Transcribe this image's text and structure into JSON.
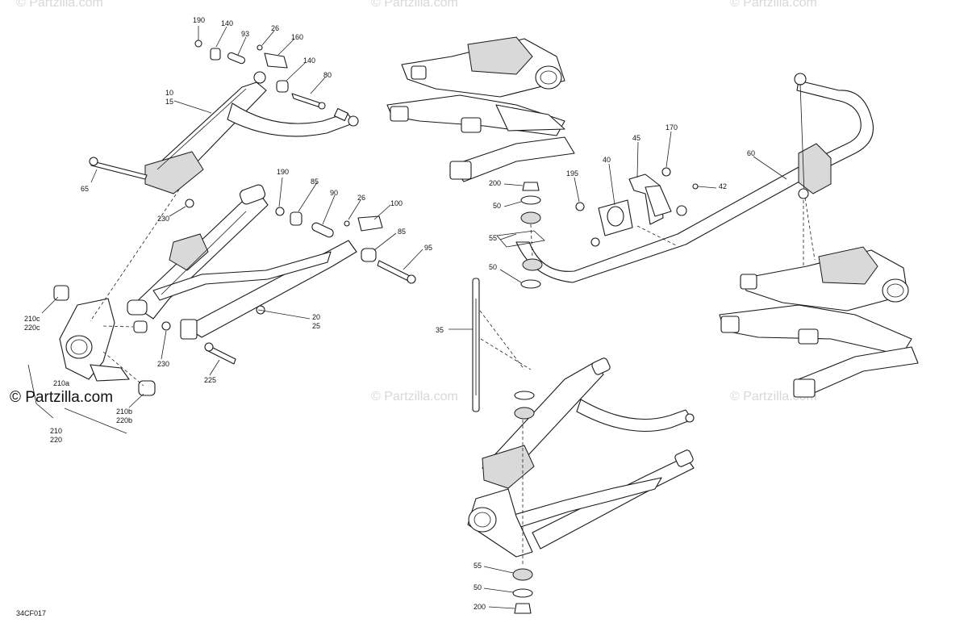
{
  "brand": {
    "text": "© Partzilla.com"
  },
  "watermark": {
    "text": "© Partzilla.com"
  },
  "diagram_code": "34CF017",
  "callouts": [
    {
      "id": "c190a",
      "text": "190"
    },
    {
      "id": "c140a",
      "text": "140"
    },
    {
      "id": "c93",
      "text": "93"
    },
    {
      "id": "c26a",
      "text": "26"
    },
    {
      "id": "c160",
      "text": "160"
    },
    {
      "id": "c140b",
      "text": "140"
    },
    {
      "id": "c80",
      "text": "80"
    },
    {
      "id": "c10",
      "text": "10"
    },
    {
      "id": "c15",
      "text": "15"
    },
    {
      "id": "c65",
      "text": "65"
    },
    {
      "id": "c230a",
      "text": "230"
    },
    {
      "id": "c190b",
      "text": "190"
    },
    {
      "id": "c85a",
      "text": "85"
    },
    {
      "id": "c90",
      "text": "90"
    },
    {
      "id": "c26b",
      "text": "26"
    },
    {
      "id": "c100",
      "text": "100"
    },
    {
      "id": "c85b",
      "text": "85"
    },
    {
      "id": "c95",
      "text": "95"
    },
    {
      "id": "c20",
      "text": "20"
    },
    {
      "id": "c25",
      "text": "25"
    },
    {
      "id": "c210c",
      "text": "210c"
    },
    {
      "id": "c220c",
      "text": "220c"
    },
    {
      "id": "c230b",
      "text": "230"
    },
    {
      "id": "c210a",
      "text": "210a"
    },
    {
      "id": "c225",
      "text": "225"
    },
    {
      "id": "c210b",
      "text": "210b"
    },
    {
      "id": "c220b",
      "text": "220b"
    },
    {
      "id": "c210",
      "text": "210"
    },
    {
      "id": "c220",
      "text": "220"
    },
    {
      "id": "c200a",
      "text": "200"
    },
    {
      "id": "c50a",
      "text": "50"
    },
    {
      "id": "c55a",
      "text": "55"
    },
    {
      "id": "c50b",
      "text": "50"
    },
    {
      "id": "c195",
      "text": "195"
    },
    {
      "id": "c40",
      "text": "40"
    },
    {
      "id": "c45",
      "text": "45"
    },
    {
      "id": "c170",
      "text": "170"
    },
    {
      "id": "c42",
      "text": "42"
    },
    {
      "id": "c60",
      "text": "60"
    },
    {
      "id": "c35",
      "text": "35"
    },
    {
      "id": "c55b",
      "text": "55"
    },
    {
      "id": "c50c",
      "text": "50"
    },
    {
      "id": "c200b",
      "text": "200"
    }
  ]
}
